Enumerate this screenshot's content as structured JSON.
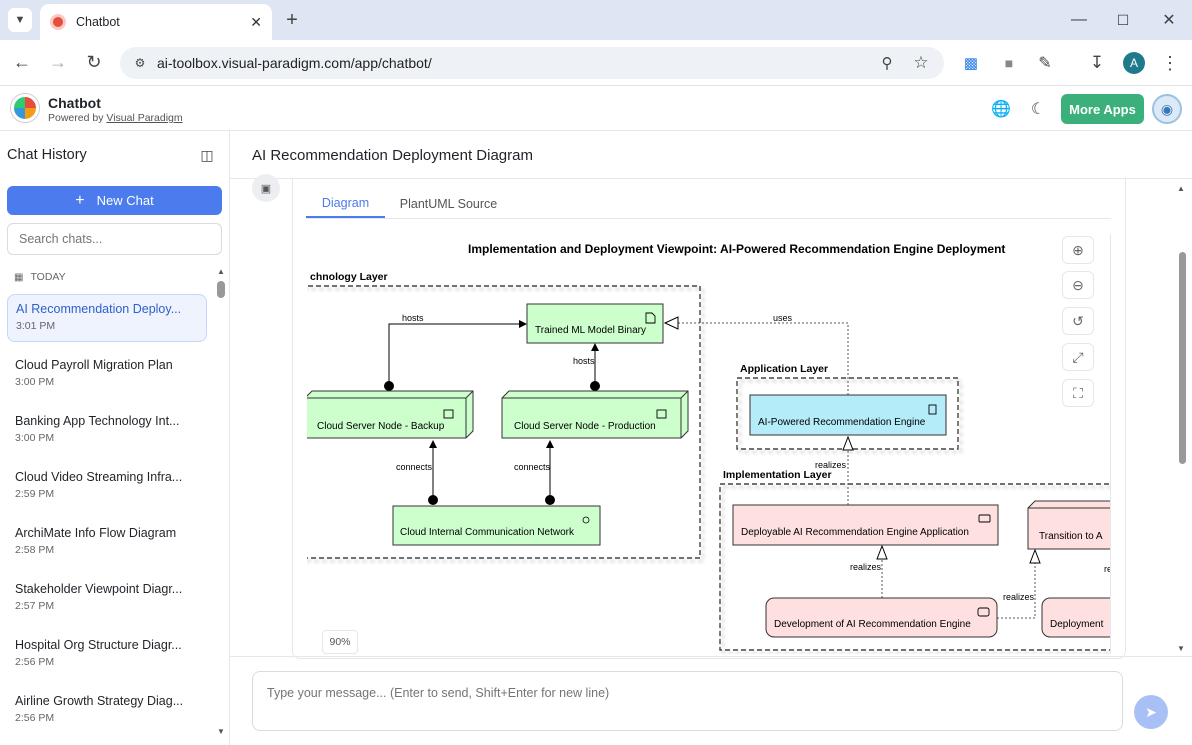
{
  "browser": {
    "tab_title": "Chatbot",
    "url": "ai-toolbox.visual-paradigm.com/app/chatbot/",
    "profile_initial": "A"
  },
  "app": {
    "name": "Chatbot",
    "powered_by": "Powered by",
    "vendor": "Visual Paradigm",
    "more_apps": "More Apps"
  },
  "sidebar": {
    "title": "Chat History",
    "new_chat": "New Chat",
    "search_placeholder": "Search chats...",
    "section": "TODAY",
    "items": [
      {
        "title": "AI Recommendation Deploy...",
        "time": "3:01 PM"
      },
      {
        "title": "Cloud Payroll Migration Plan",
        "time": "3:00 PM"
      },
      {
        "title": "Banking App Technology Int...",
        "time": "3:00 PM"
      },
      {
        "title": "Cloud Video Streaming Infra...",
        "time": "2:59 PM"
      },
      {
        "title": "ArchiMate Info Flow Diagram",
        "time": "2:58 PM"
      },
      {
        "title": "Stakeholder Viewpoint Diagr...",
        "time": "2:57 PM"
      },
      {
        "title": "Hospital Org Structure Diagr...",
        "time": "2:56 PM"
      },
      {
        "title": "Airline Growth Strategy Diag...",
        "time": "2:56 PM"
      }
    ]
  },
  "main": {
    "title": "AI Recommendation Deployment Diagram",
    "tabs": [
      "Diagram",
      "PlantUML Source"
    ],
    "zoom": "90%",
    "input_placeholder": "Type your message... (Enter to send, Shift+Enter for new line)"
  },
  "diagram": {
    "title": "Implementation and Deployment Viewpoint: AI-Powered Recommendation Engine Deployment",
    "groups": {
      "technology": "chnology Layer",
      "application": "Application Layer",
      "implementation": "Implementation Layer"
    },
    "nodes": {
      "binary": "Trained ML Model Binary",
      "backup": "Cloud Server Node - Backup",
      "production": "Cloud Server Node - Production",
      "network": "Cloud Internal Communication Network",
      "engine": "AI-Powered Recommendation Engine",
      "deployable": "Deployable AI Recommendation Engine Application",
      "transition": "Transition to A",
      "development": "Development of AI Recommendation Engine",
      "deployment": "Deployment"
    },
    "edges": {
      "hosts1": "hosts",
      "hosts2": "hosts",
      "connects1": "connects",
      "connects2": "connects",
      "uses": "uses",
      "realizes1": "realizes",
      "realizes2": "realizes",
      "realizes3": "realizes",
      "realizes4": "re"
    }
  },
  "colors": {
    "accent": "#4b7bec",
    "more_apps": "#3bb07a",
    "tech": "#ccffcc",
    "app": "#b5ecfa",
    "impl": "#ffe0e0"
  }
}
